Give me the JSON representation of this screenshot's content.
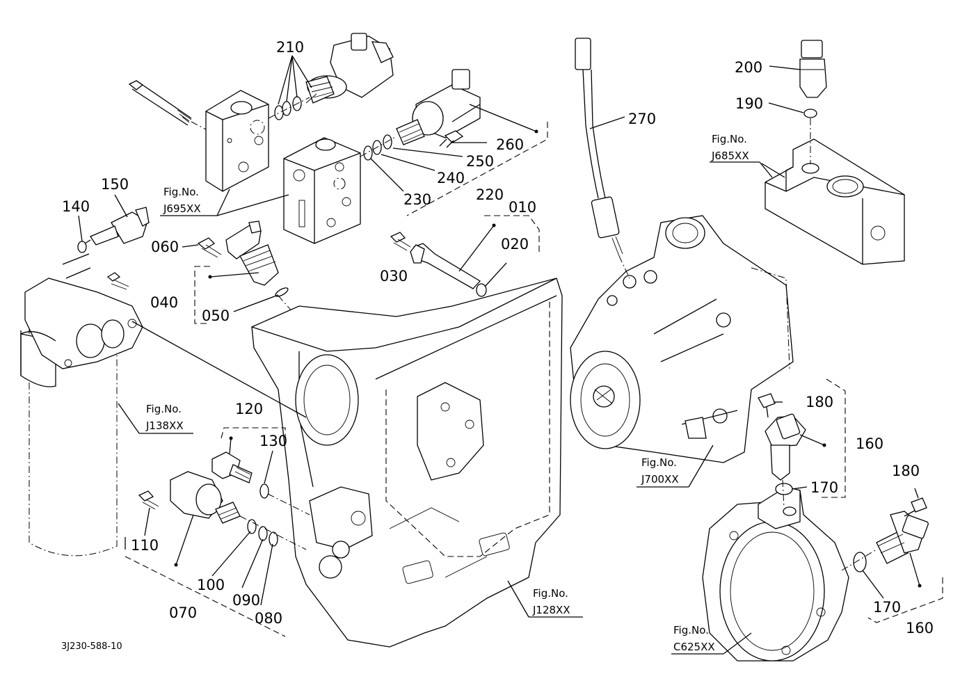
{
  "diagram_code": "3J230-588-10",
  "fig_refs": {
    "j695": [
      "Fig.No.",
      "J695XX"
    ],
    "j685": [
      "Fig.No.",
      "J685XX"
    ],
    "j138": [
      "Fig.No.",
      "J138XX"
    ],
    "j700": [
      "Fig.No.",
      "J700XX"
    ],
    "j128": [
      "Fig.No.",
      "J128XX"
    ],
    "c625": [
      "Fig.No.",
      "C625XX"
    ]
  },
  "parts": {
    "p010": "010",
    "p020": "020",
    "p030": "030",
    "p040": "040",
    "p050": "050",
    "p060": "060",
    "p070": "070",
    "p080": "080",
    "p090": "090",
    "p100": "100",
    "p110": "110",
    "p120": "120",
    "p130": "130",
    "p140": "140",
    "p150": "150",
    "p160a": "160",
    "p160b": "160",
    "p170a": "170",
    "p170b": "170",
    "p180a": "180",
    "p180b": "180",
    "p190": "190",
    "p200": "200",
    "p210": "210",
    "p220": "220",
    "p230": "230",
    "p240": "240",
    "p250": "250",
    "p260": "260",
    "p270": "270"
  }
}
